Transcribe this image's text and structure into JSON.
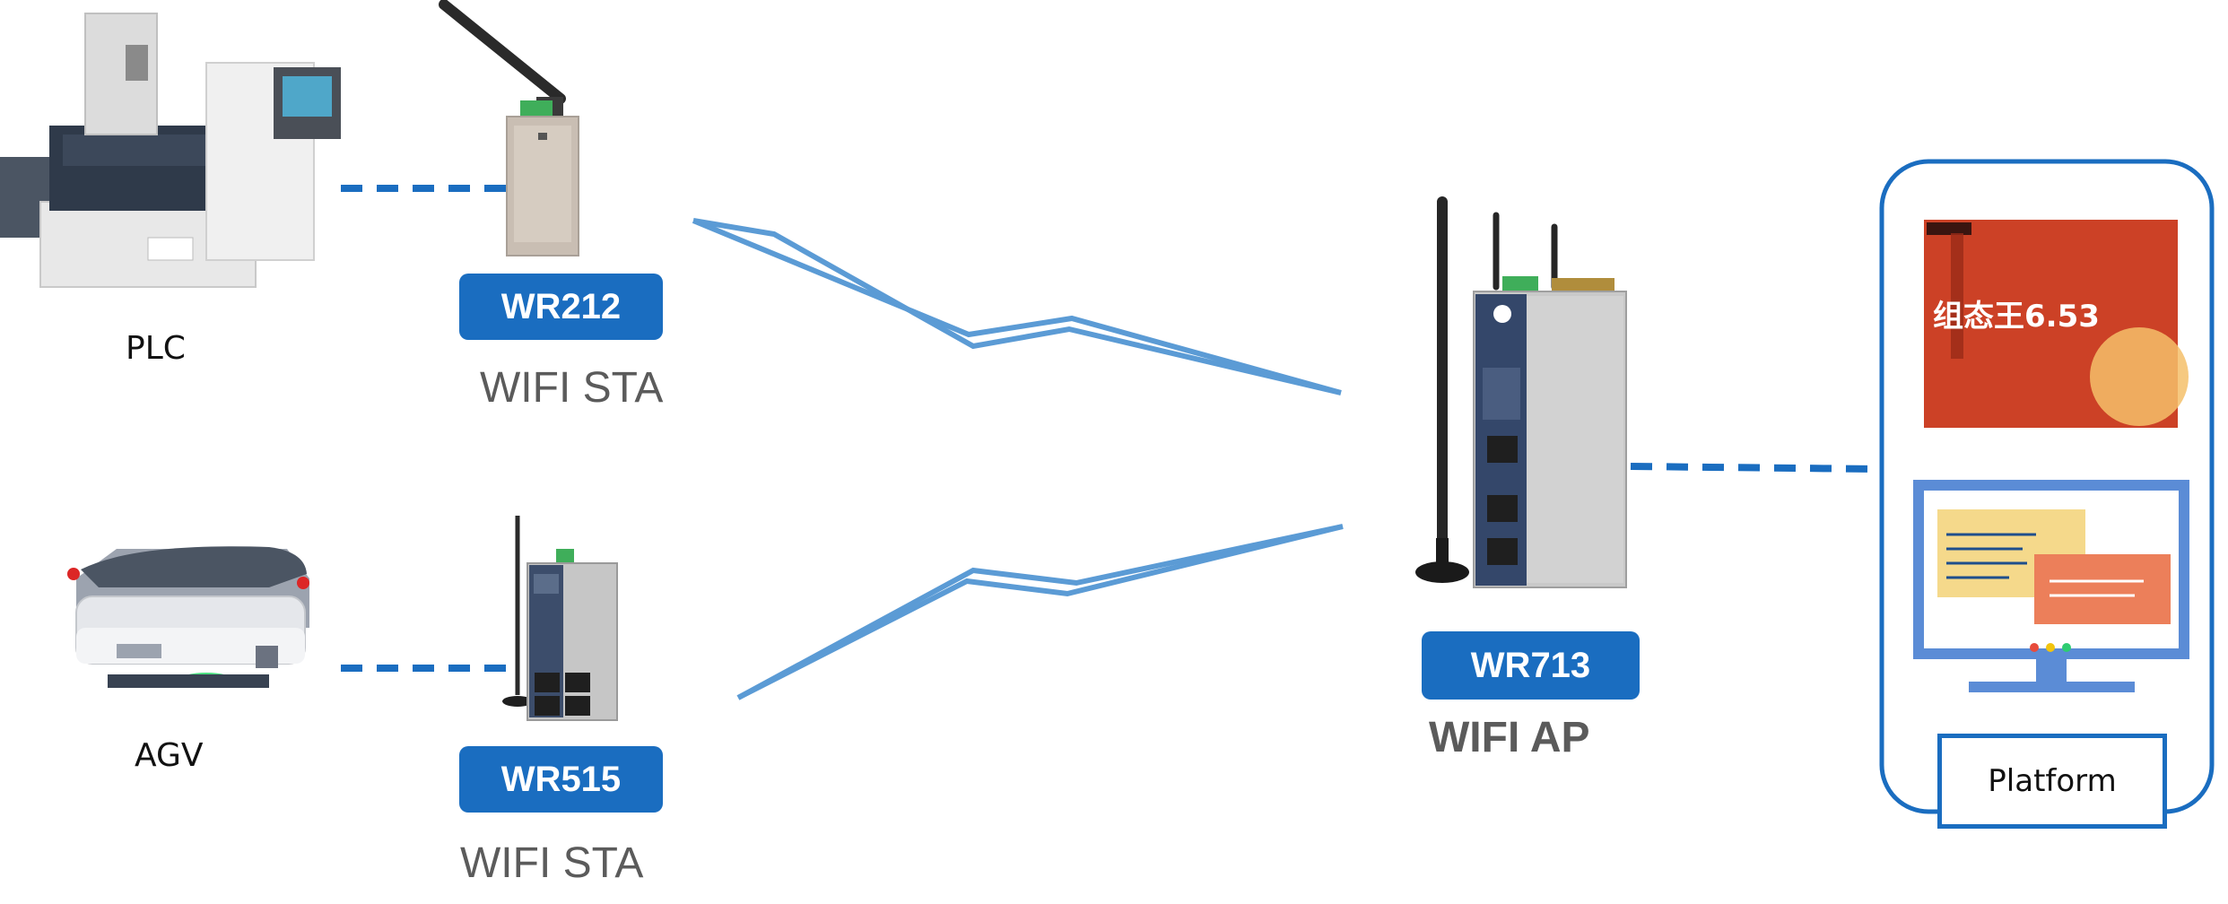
{
  "devices": {
    "plc": {
      "label": "PLC"
    },
    "agv": {
      "label": "AGV"
    }
  },
  "routers": {
    "wr212": {
      "model": "WR212",
      "role": "WIFI STA"
    },
    "wr515": {
      "model": "WR515",
      "role": "WIFI STA"
    },
    "wr713": {
      "model": "WR713",
      "role": "WIFI AP"
    }
  },
  "platform": {
    "label": "Platform"
  },
  "software": {
    "title": "组态王6.53"
  },
  "colors": {
    "accent": "#1a6dc0",
    "link": "#5b9bd5",
    "dashed": "#1a6dc0"
  }
}
